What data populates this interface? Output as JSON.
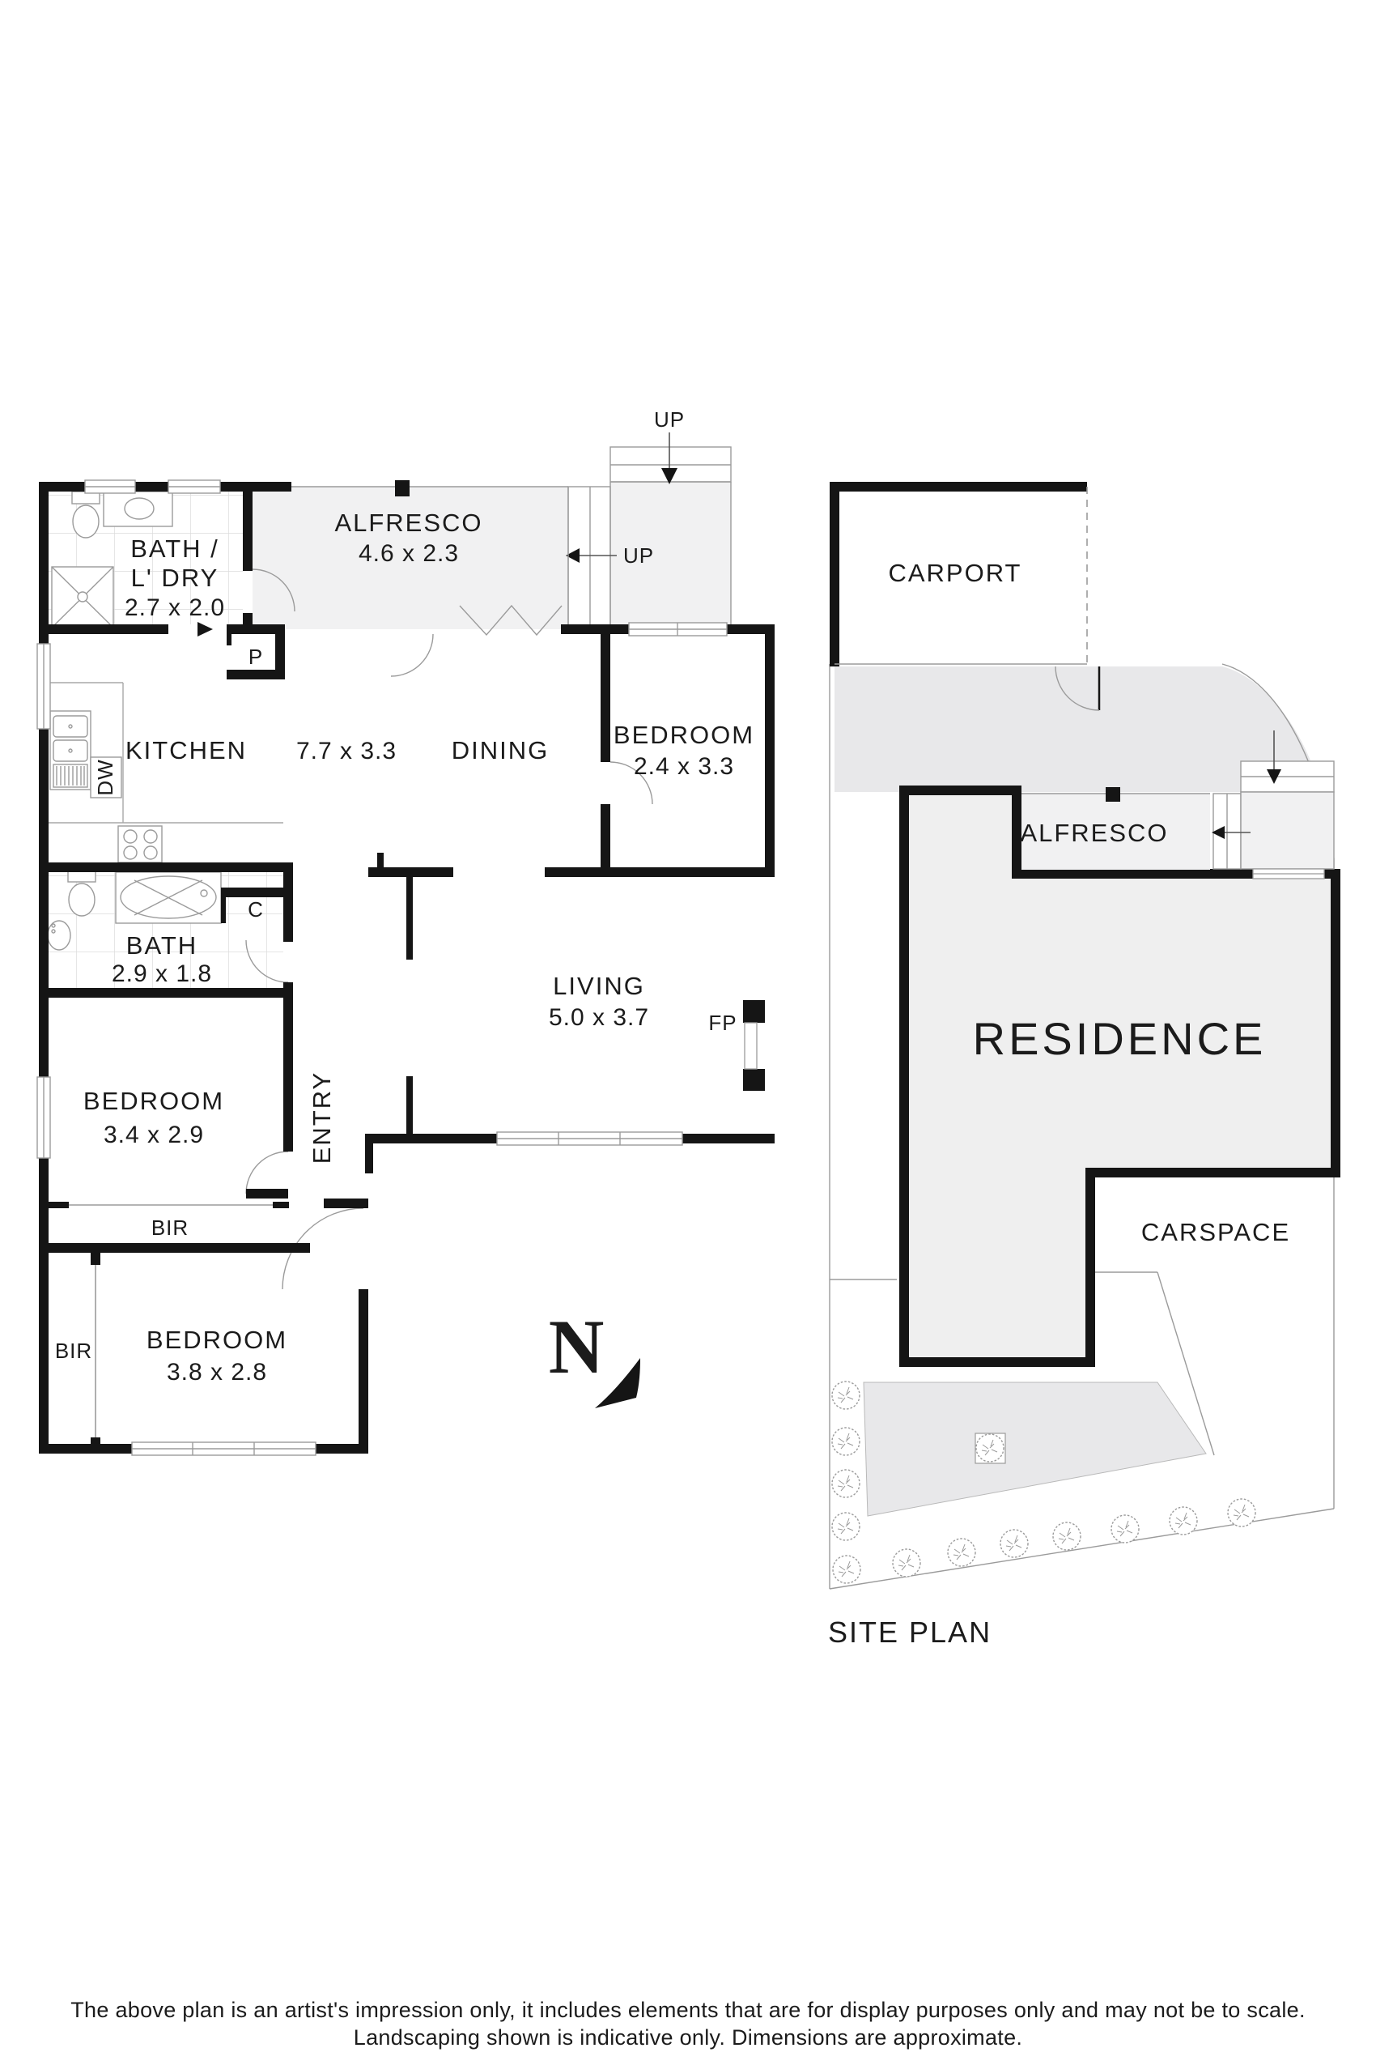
{
  "fp": {
    "bath_ldry_1": "BATH /",
    "bath_ldry_2": "L' DRY",
    "bath_ldry_dims": "2.7 x 2.0",
    "alfresco": "ALFRESCO",
    "alfresco_dims": "4.6 x 2.3",
    "up_top": "UP",
    "up_side": "UP",
    "pantry": "P",
    "kitchen": "KITCHEN",
    "kitchen_dining_dims": "7.7 x 3.3",
    "dining": "DINING",
    "bedroom1": "BEDROOM",
    "bedroom1_dims": "2.4 x 3.3",
    "dw": "DW",
    "closet": "C",
    "bath": "BATH",
    "bath_dims": "2.9 x 1.8",
    "living": "LIVING",
    "living_dims": "5.0 x 3.7",
    "fireplace": "FP",
    "bedroom2": "BEDROOM",
    "bedroom2_dims": "3.4 x 2.9",
    "bir1": "BIR",
    "bedroom3": "BEDROOM",
    "bedroom3_dims": "3.8 x 2.8",
    "bir2": "BIR",
    "entry": "ENTRY",
    "north": "N"
  },
  "site": {
    "carport": "CARPORT",
    "alfresco": "ALFRESCO",
    "residence": "RESIDENCE",
    "carspace": "CARSPACE",
    "title": "SITE PLAN"
  },
  "footer": {
    "line1": "The above plan is an artist's impression only, it includes elements that are for display purposes only and may not be to scale.",
    "line2": "Landscaping shown is indicative only. Dimensions are approximate."
  },
  "colors": {
    "wall": "#151515",
    "light_fill": "#f1f1f2",
    "mid_fill": "#e8e8ea",
    "thin_line": "#9b9b9b"
  }
}
